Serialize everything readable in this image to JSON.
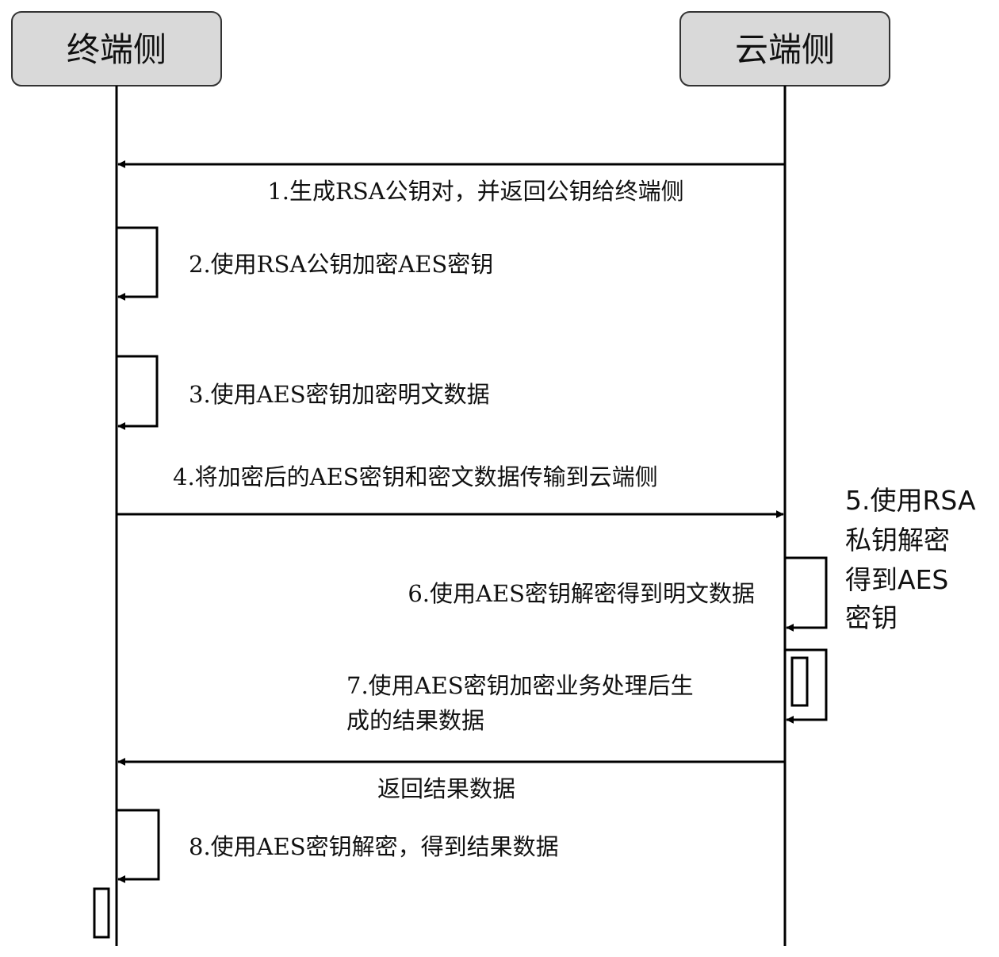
{
  "participants": {
    "terminal": "终端侧",
    "cloud": "云端侧"
  },
  "messages": {
    "m1": "1.生成RSA公钥对，并返回公钥给终端侧",
    "m2": "2.使用RSA公钥加密AES密钥",
    "m3": "3.使用AES密钥加密明文数据",
    "m4": "4.将加密后的AES密钥和密文数据传输到云端侧",
    "m5": [
      "5.使用RSA",
      "私钥解密",
      "得到AES",
      "密钥"
    ],
    "m6": "6.使用AES密钥解密得到明文数据",
    "m7": [
      "7.使用AES密钥加密业务处理后生",
      "成的结果数据"
    ],
    "ret": "返回结果数据",
    "m8": "8.使用AES密钥解密，得到结果数据"
  }
}
